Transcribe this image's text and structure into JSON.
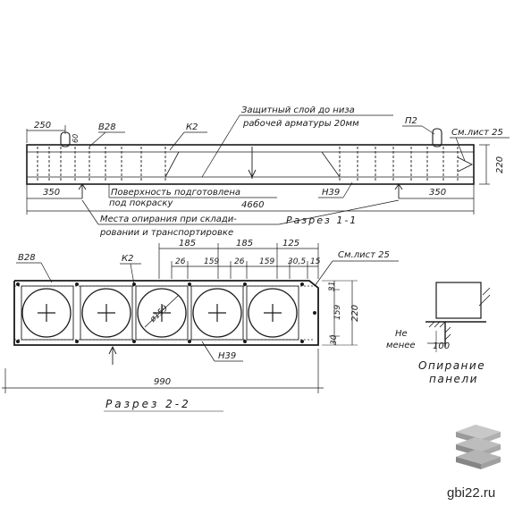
{
  "section_1": {
    "title": "Разрез 1-1",
    "note_cover": "Защитный слой до низа",
    "note_cover_2": "рабочей арматуры 20мм",
    "note_surface": "Поверхность подготовлена",
    "note_surface_2": "под покраску",
    "note_support": "Места опирания при склади-",
    "note_support_2": "ровании и транспортировке",
    "label_b28": "В28",
    "label_k2": "К2",
    "label_p2": "П2",
    "label_n39": "Н39",
    "label_sheet": "См.лист 25",
    "dim_250": "250",
    "dim_60": "60",
    "dim_220": "220",
    "dim_350_left": "350",
    "dim_350_right": "350",
    "dim_4660": "4660"
  },
  "section_2": {
    "title": "Разрез 2-2",
    "label_b28": "В28",
    "label_k2": "К2",
    "label_sheet": "См.лист 25",
    "label_n39": "Н39",
    "label_d159": "ø159",
    "dim_185_a": "185",
    "dim_185_b": "185",
    "dim_125": "125",
    "dim_26_a": "26",
    "dim_159_a": "159",
    "dim_26_b": "26",
    "dim_159_b": "159",
    "dim_30_5": "30,5",
    "dim_15": "15",
    "dim_31": "31",
    "dim_159_v": "159",
    "dim_30": "30",
    "dim_220": "220",
    "dim_990": "990"
  },
  "support": {
    "title": "Опирание",
    "title_2": "панели",
    "note": "Не",
    "note_2": "менее",
    "dim_100": "100"
  },
  "watermark": {
    "site": "gbi22.ru"
  }
}
